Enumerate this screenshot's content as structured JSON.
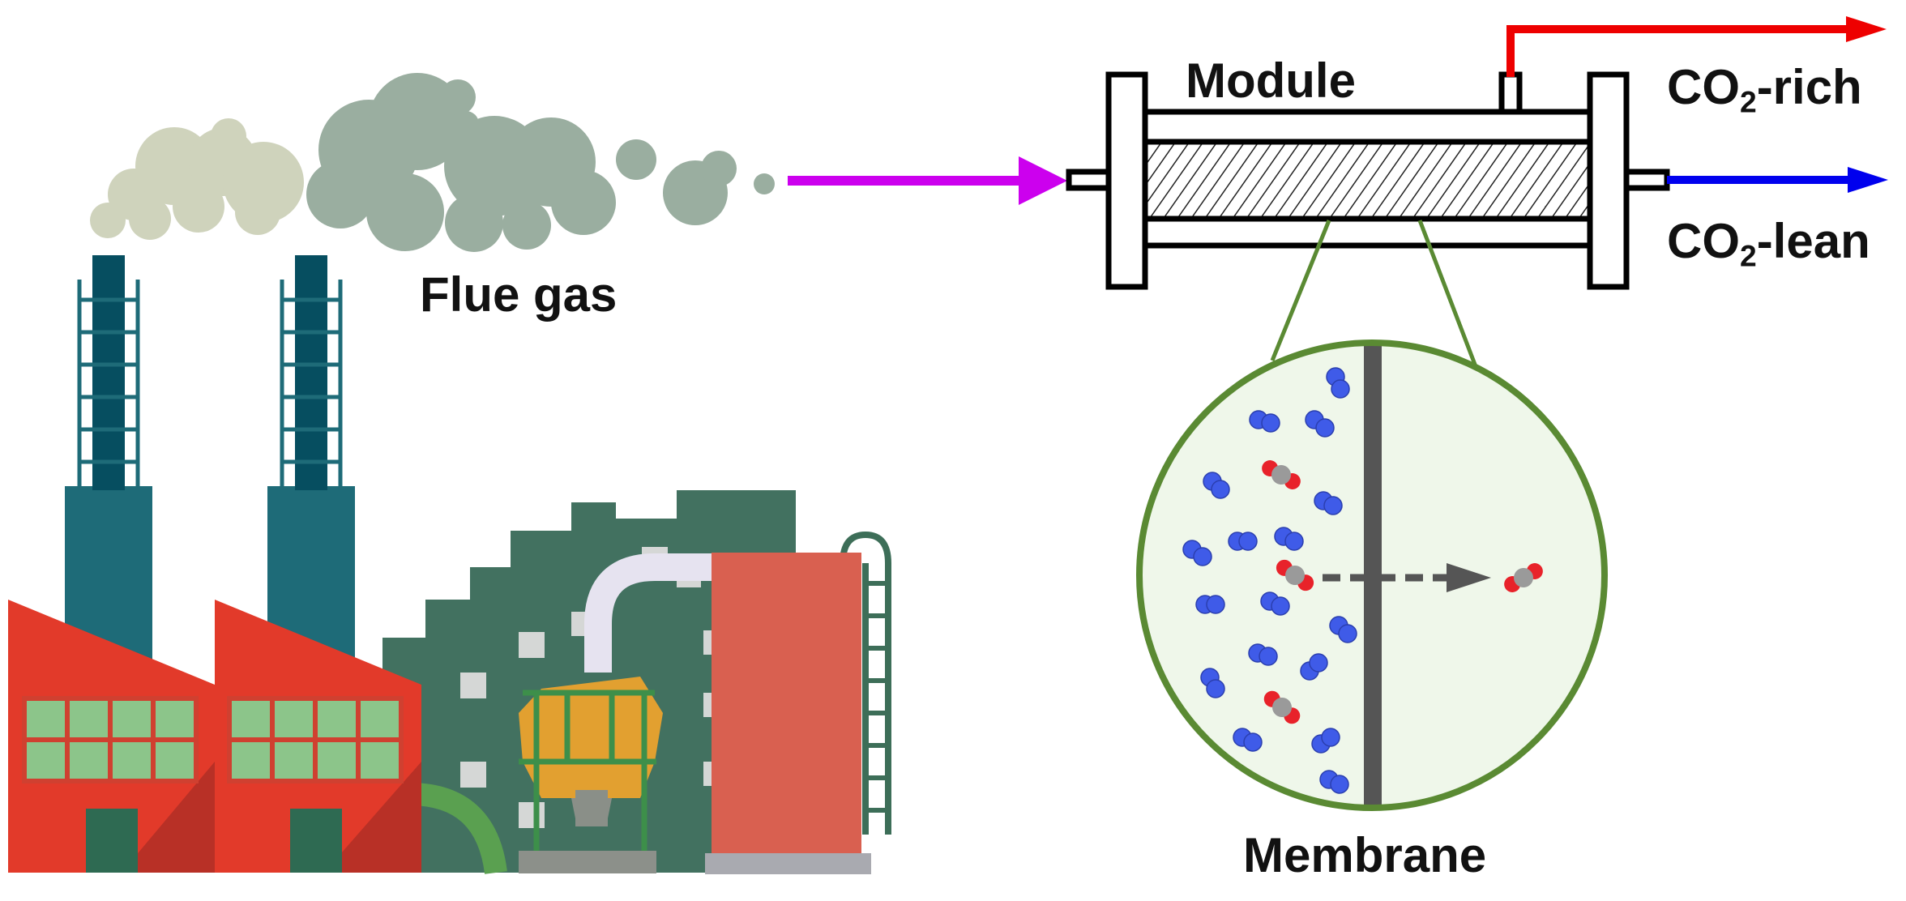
{
  "labels": {
    "flue_gas": "Flue gas",
    "module": "Module",
    "membrane": "Membrane",
    "co2_rich": {
      "prefix": "CO",
      "sub": "2",
      "suffix": "-rich"
    },
    "co2_lean": {
      "prefix": "CO",
      "sub": "2",
      "suffix": "-lean"
    }
  },
  "colors": {
    "feed_arrow": "#CC00EE",
    "rich_arrow": "#EE0000",
    "lean_arrow": "#0000EE",
    "membrane_frame": "#5A8A33",
    "membrane_bg": "#EFF7EA",
    "n2_molecule": "#3F5BE8",
    "co2_oxygen": "#E8222A",
    "co2_carbon": "#9A9A9A",
    "smoke_light": "#CFD3BC",
    "smoke_dark": "#9AAEA0",
    "factory_red": "#E23A2A",
    "chimney": "#1E6B78",
    "tank": "#D96050",
    "vessel": "#E2A030",
    "building": "#427160"
  },
  "icons": [
    "factory-icon",
    "smoke-icon",
    "membrane-module-icon",
    "n2-molecule-icon",
    "co2-molecule-icon"
  ]
}
